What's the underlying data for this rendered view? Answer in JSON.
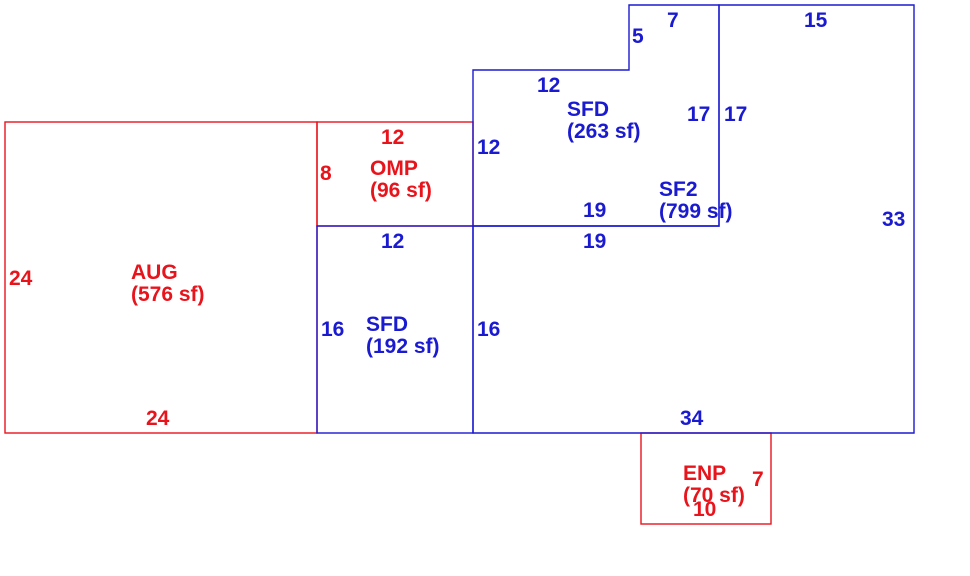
{
  "colors": {
    "red": "#e8141c",
    "blue": "#1a1ad0"
  },
  "areas": [
    {
      "code": "AUG",
      "area": "(576 sf)"
    },
    {
      "code": "OMP",
      "area": "(96 sf)"
    },
    {
      "code": "SFD",
      "area": "(263 sf)"
    },
    {
      "code": "SF2",
      "area": "(799 sf)"
    },
    {
      "code": "SFD",
      "area": "(192 sf)"
    },
    {
      "code": "ENP",
      "area": "(70 sf)"
    }
  ],
  "dimensions": {
    "aug_left": "24",
    "aug_bottom": "24",
    "omp_top": "12",
    "omp_left": "8",
    "sfd_upper_top": "12",
    "sfd_upper_left": "12",
    "sfd_upper_bottom": "19",
    "sfd_upper_right": "17",
    "notch_top": "7",
    "notch_left": "5",
    "sf2_top": "15",
    "sf2_left": "17",
    "sf2_right": "33",
    "sf2_mid": "19",
    "sf2_bottom": "34",
    "sfd_lower_top": "12",
    "sfd_lower_left": "16",
    "sfd_lower_right": "16",
    "enp_right": "7",
    "enp_bottom": "10"
  }
}
